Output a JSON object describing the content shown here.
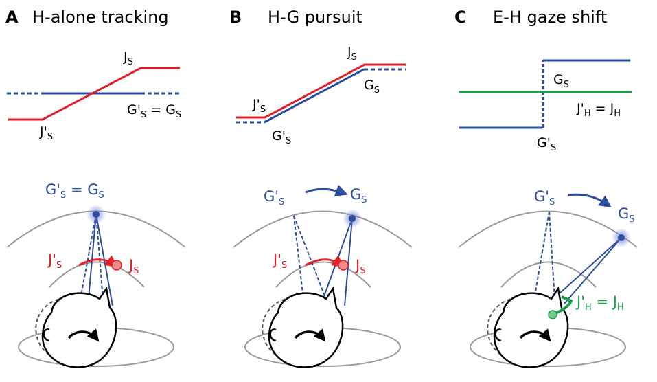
{
  "panels": [
    {
      "letter": "A",
      "title": "H-alone tracking",
      "top": {
        "js": "J",
        "jps": "J'",
        "gps_eq": "G'",
        "gs_sub": "S",
        "eq": " = G"
      },
      "bottom": {
        "gps_eq_gs": "G'",
        "eq": " = G",
        "jps": "J'",
        "js": "J",
        "sub": "S"
      }
    },
    {
      "letter": "B",
      "title": "H-G pursuit",
      "top": {
        "js": "J",
        "gs": "G",
        "jps": "J'",
        "gps": "G'",
        "sub": "S"
      },
      "bottom": {
        "gps": "G'",
        "gs": "G",
        "jps": "J'",
        "js": "J",
        "sub": "S"
      }
    },
    {
      "letter": "C",
      "title": "E-H gaze shift",
      "top": {
        "gs": "G",
        "jph": "J'",
        "eq": " = J",
        "gps": "G'",
        "subS": "S",
        "subH": "H"
      },
      "bottom": {
        "gps": "G'",
        "gs": "G",
        "jph": "J'",
        "eq": " = J",
        "subS": "S",
        "subH": "H"
      }
    }
  ],
  "colors": {
    "blue": "#2c4c9c",
    "red": "#e01f26",
    "green": "#17a14a",
    "gray": "#9a9a9a",
    "redDot": "#f08b8b",
    "greenDot": "#7cc98a"
  }
}
